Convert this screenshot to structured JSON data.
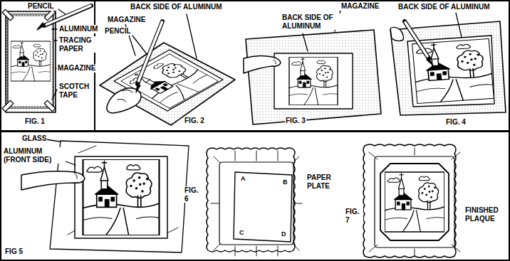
{
  "diagram": {
    "labels": [
      "PENCIL",
      "ALUMINUM",
      "TRACING PAPER",
      "MAGAZINE",
      "SCOTCH TAPE",
      "FIG. 1",
      "BACK SIDE OF ALUMINUM",
      "MAGAZINE",
      "PENCIL",
      "FIG. 2",
      "MAGAZINE",
      "BACK SIDE OF ALUMINUM",
      "FIG. 3",
      "BACK SIDE OF ALUMINUM",
      "FIG. 4",
      "GLASS",
      "ALUMINUM (FRONT SIDE)",
      "FIG 5",
      "FIG. 6",
      "PAPER PLATE",
      "A",
      "B",
      "C",
      "D",
      "FIG. 7",
      "FINISHED PLAQUE"
    ]
  }
}
